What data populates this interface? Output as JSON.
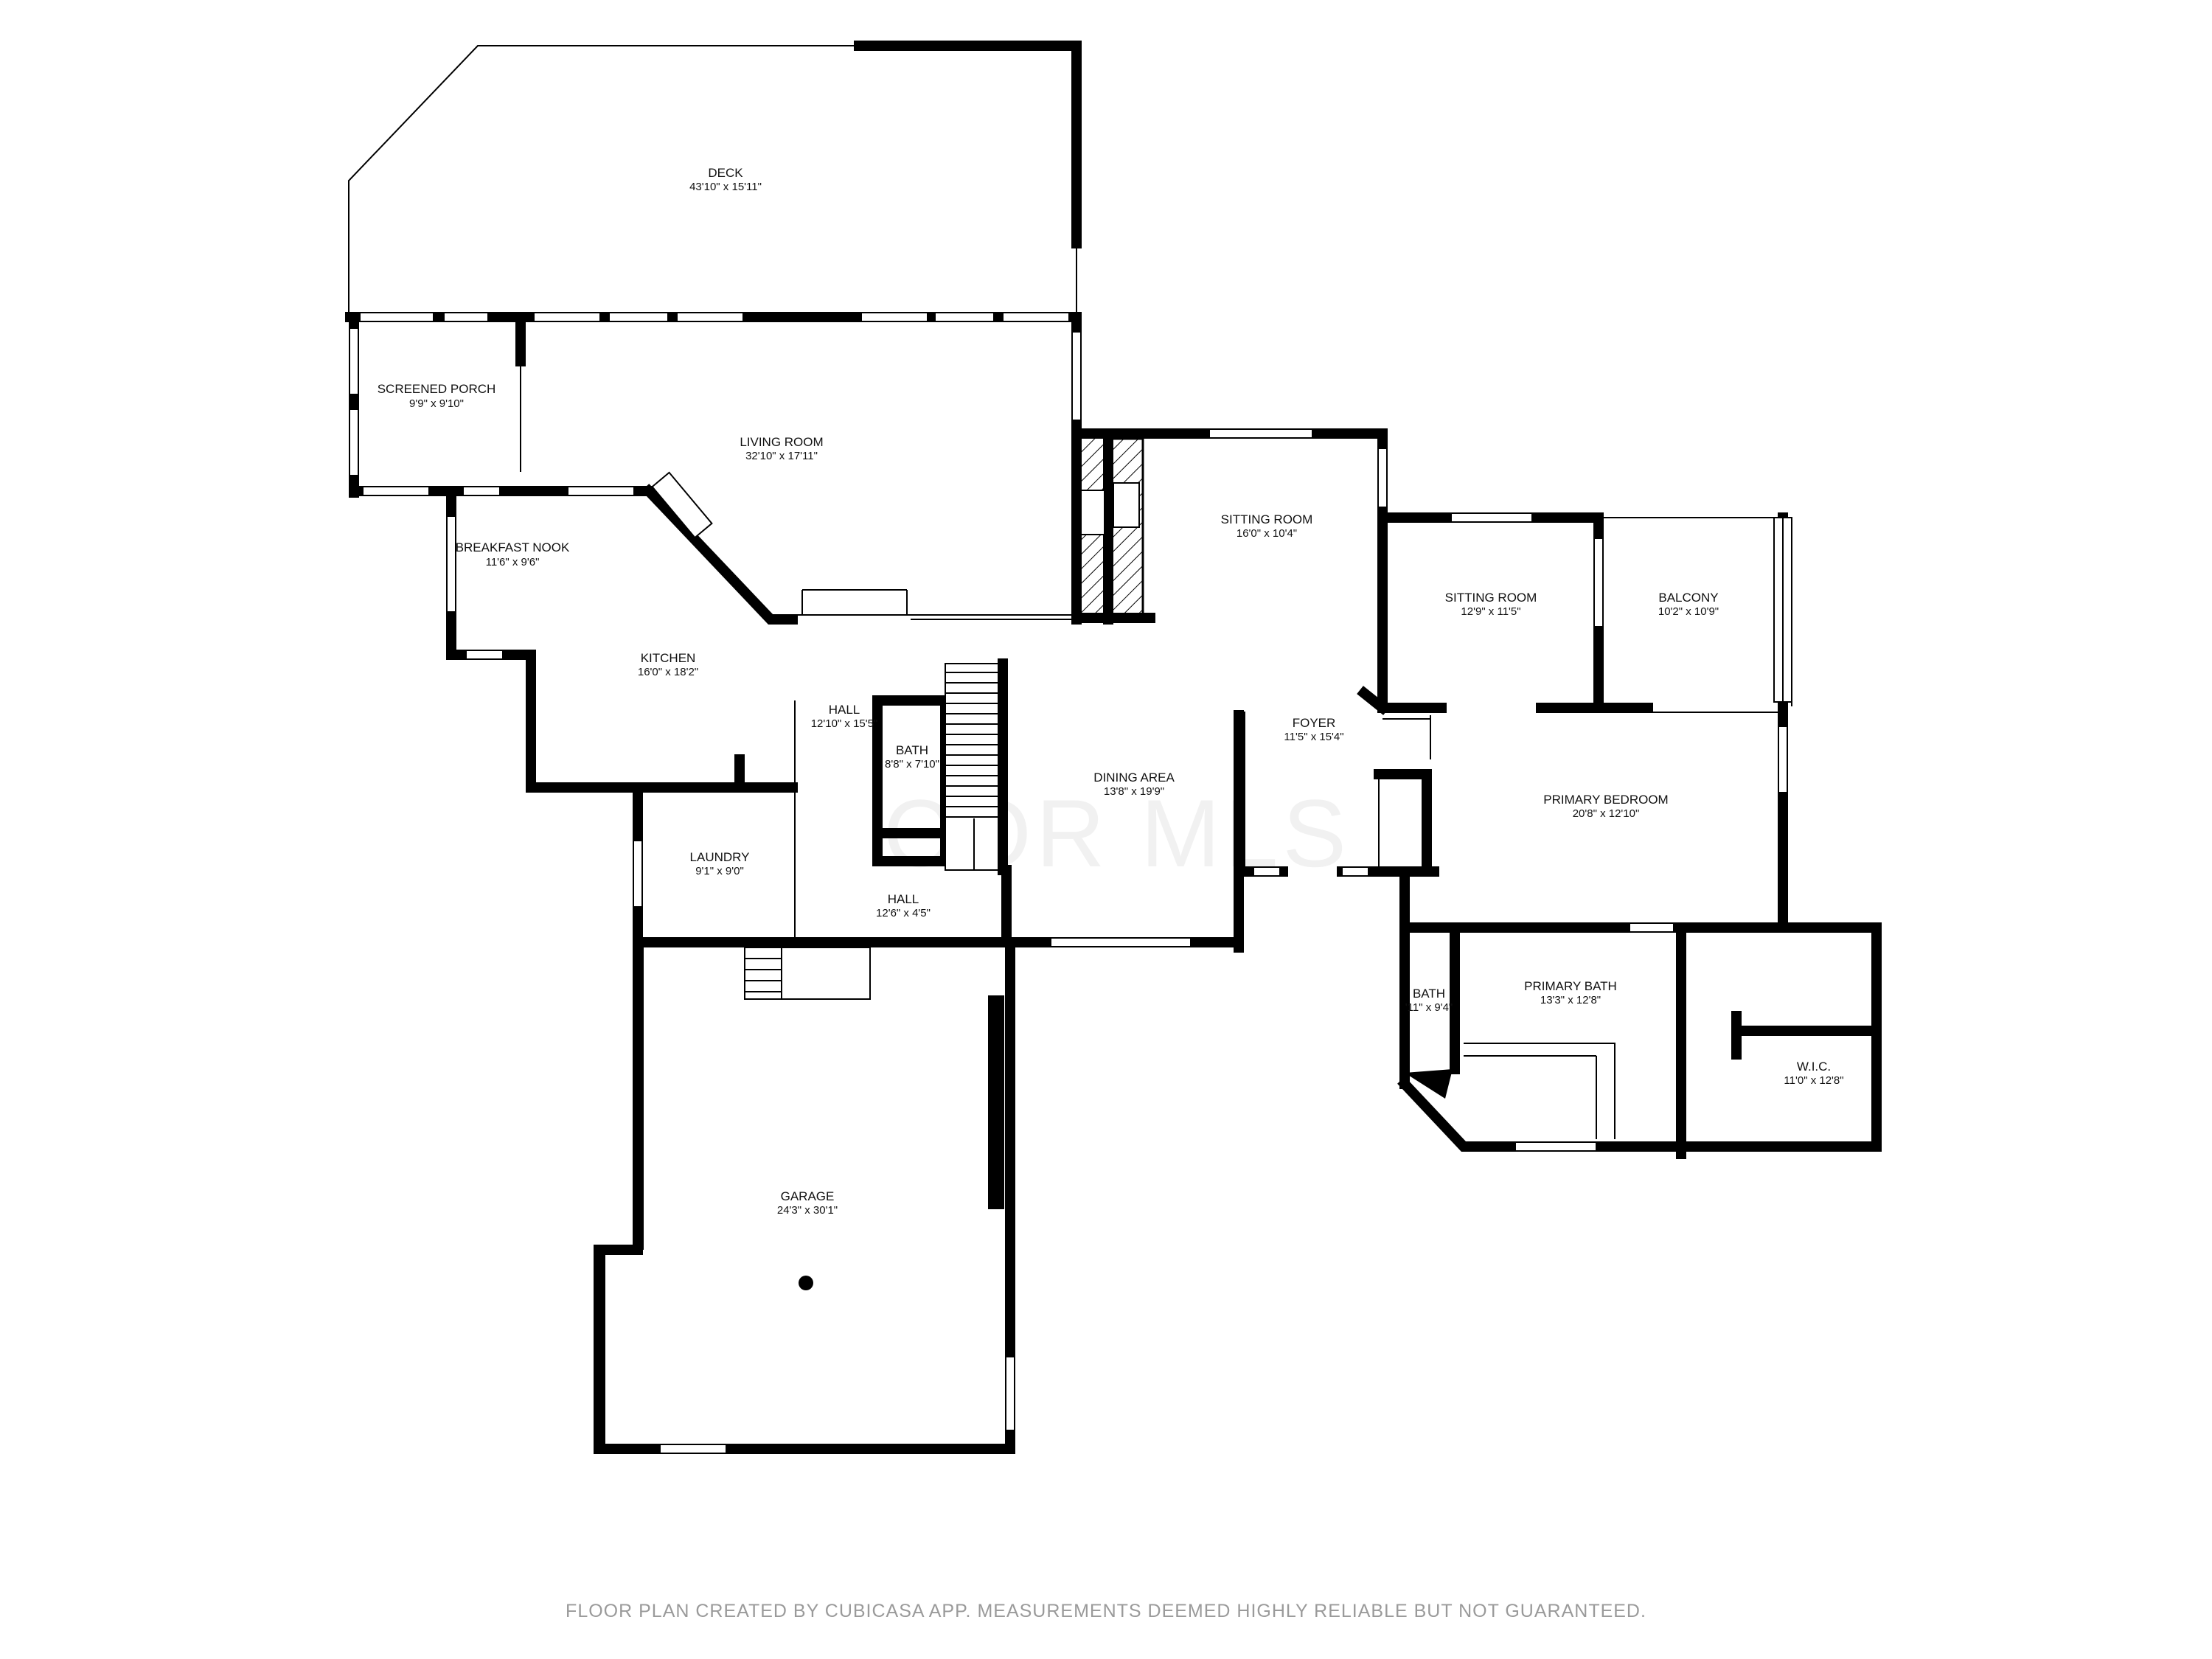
{
  "rooms": {
    "deck": {
      "name": "DECK",
      "dim": "43'10\" x 15'11\""
    },
    "screened_porch": {
      "name": "SCREENED PORCH",
      "dim": "9'9\" x 9'10\""
    },
    "living_room": {
      "name": "LIVING ROOM",
      "dim": "32'10\" x 17'11\""
    },
    "breakfast_nook": {
      "name": "BREAKFAST NOOK",
      "dim": "11'6\" x 9'6\""
    },
    "kitchen": {
      "name": "KITCHEN",
      "dim": "16'0\" x 18'2\""
    },
    "hall_main": {
      "name": "HALL",
      "dim": "12'10\" x 15'5\""
    },
    "bath_half": {
      "name": "BATH",
      "dim": "8'8\" x 7'10\""
    },
    "laundry": {
      "name": "LAUNDRY",
      "dim": "9'1\" x 9'0\""
    },
    "hall_lower": {
      "name": "HALL",
      "dim": "12'6\" x 4'5\""
    },
    "dining_area": {
      "name": "DINING AREA",
      "dim": "13'8\" x 19'9\""
    },
    "sitting_room_1": {
      "name": "SITTING ROOM",
      "dim": "16'0\" x 10'4\""
    },
    "foyer": {
      "name": "FOYER",
      "dim": "11'5\" x 15'4\""
    },
    "sitting_room_2": {
      "name": "SITTING ROOM",
      "dim": "12'9\" x 11'5\""
    },
    "balcony": {
      "name": "BALCONY",
      "dim": "10'2\" x 10'9\""
    },
    "primary_bedroom": {
      "name": "PRIMARY BEDROOM",
      "dim": "20'8\" x 12'10\""
    },
    "bath_primary": {
      "name": "BATH",
      "dim": "'11\" x 9'4\""
    },
    "primary_bath": {
      "name": "PRIMARY BATH",
      "dim": "13'3\" x 12'8\""
    },
    "wic": {
      "name": "W.I.C.",
      "dim": "11'0\" x 12'8\""
    },
    "garage": {
      "name": "GARAGE",
      "dim": "24'3\" x 30'1\""
    }
  },
  "watermark": "COR MLS",
  "footer": "FLOOR PLAN CREATED BY CUBICASA APP. MEASUREMENTS DEEMED HIGHLY RELIABLE BUT NOT GUARANTEED."
}
